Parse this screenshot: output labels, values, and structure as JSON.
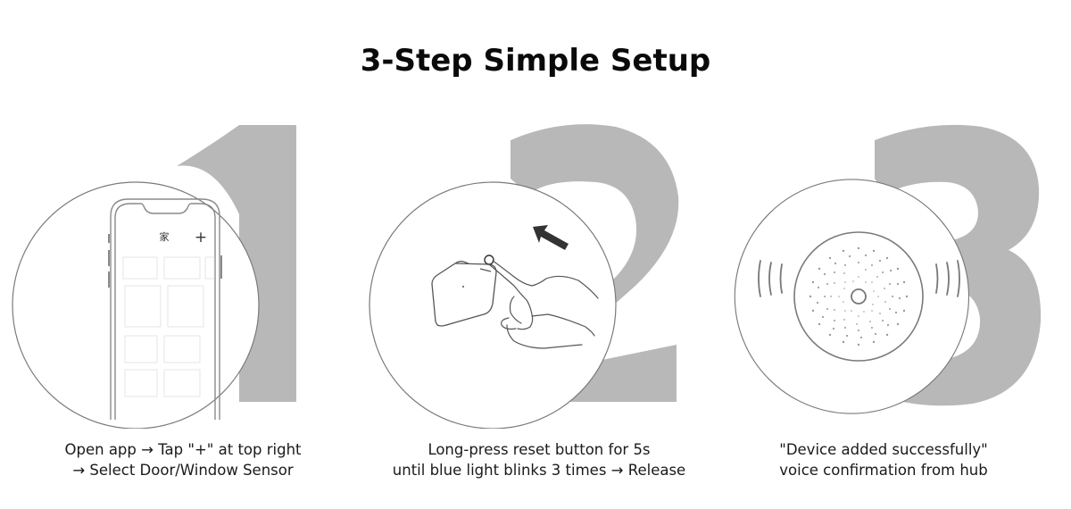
{
  "header": {
    "title": "3-Step Simple Setup"
  },
  "colors": {
    "numeral_gray": "#b8b8b8",
    "line_gray": "#8a8a8a",
    "text": "#1a1a1a"
  },
  "steps": [
    {
      "number": "1",
      "illustration": "phone-app-icon",
      "phone_screen": {
        "home_glyph": "家",
        "add_glyph": "+"
      },
      "caption_lines": [
        "Open app → Tap \"+\" at top right",
        "→ Select Door/Window Sensor"
      ]
    },
    {
      "number": "2",
      "illustration": "finger-pressing-reset-button-icon",
      "caption_lines": [
        "Long-press reset button for 5s",
        "until blue light blinks 3 times → Release"
      ]
    },
    {
      "number": "3",
      "illustration": "hub-speaker-icon",
      "caption_lines": [
        "\"Device added successfully\"",
        "voice confirmation from hub"
      ]
    }
  ]
}
